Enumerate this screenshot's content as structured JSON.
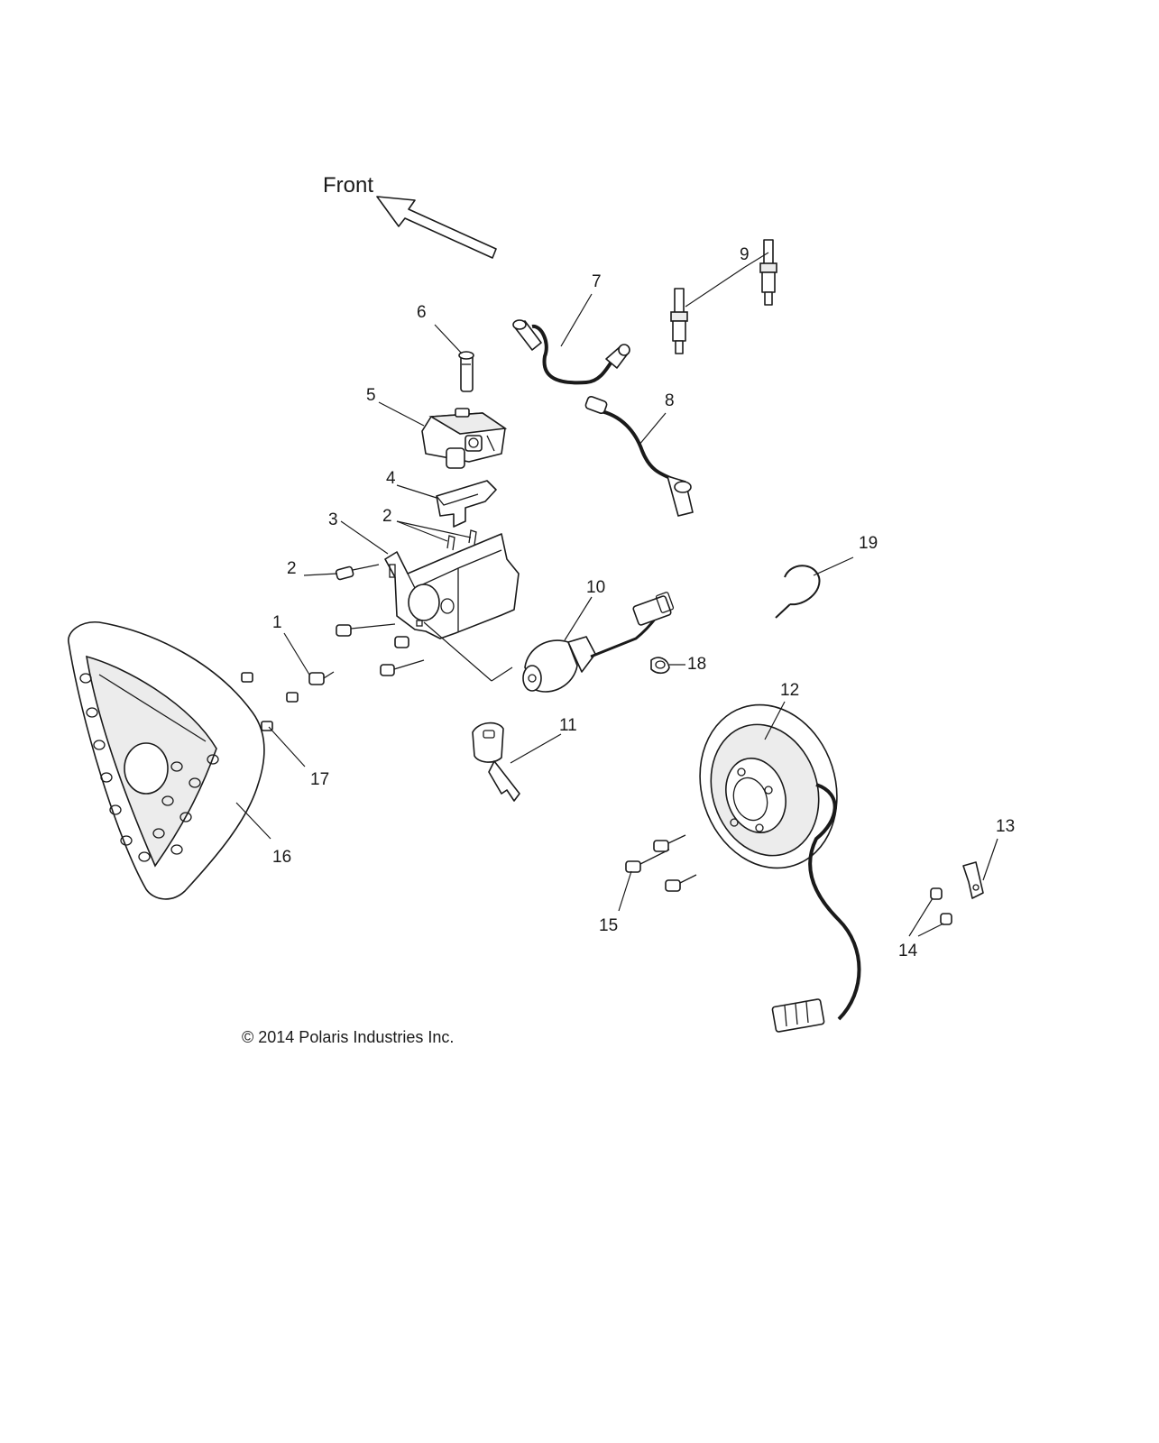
{
  "diagram": {
    "front_label": "Front",
    "copyright": "© 2014 Polaris Industries Inc.",
    "callouts": [
      "1",
      "2",
      "2",
      "3",
      "4",
      "5",
      "6",
      "7",
      "8",
      "9",
      "10",
      "11",
      "12",
      "13",
      "14",
      "15",
      "16",
      "17",
      "18",
      "19"
    ]
  }
}
